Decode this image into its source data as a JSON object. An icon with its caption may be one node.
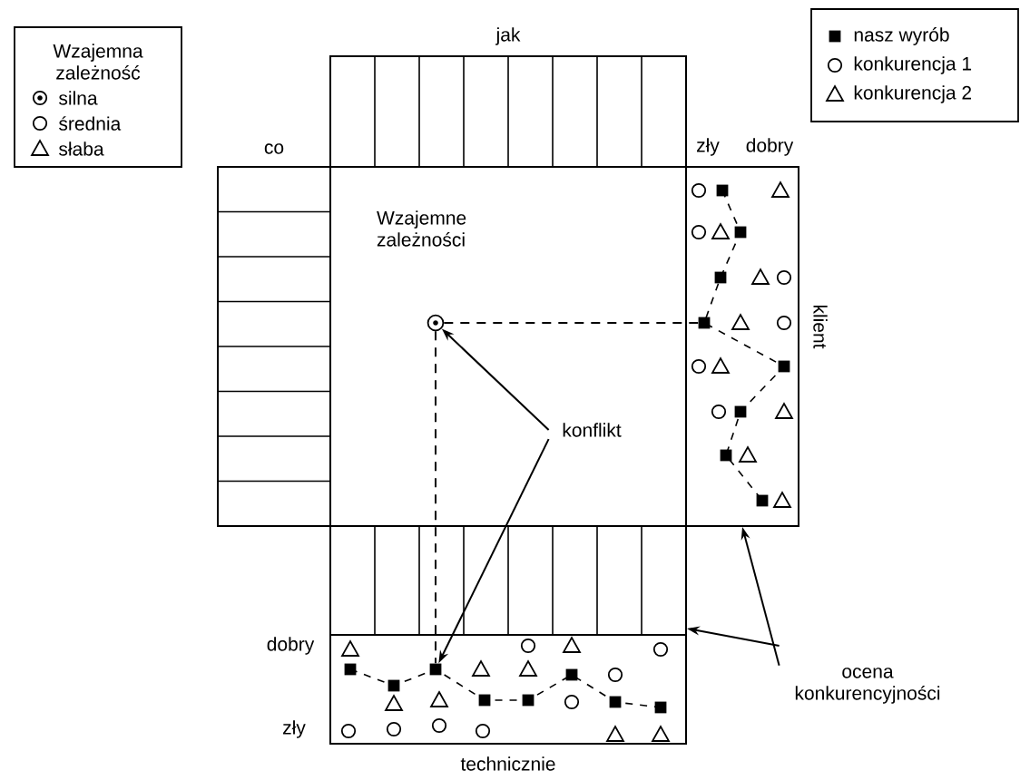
{
  "diagram": {
    "nodes": [
      {
        "text": [
          "jak"
        ]
      },
      {
        "text": [
          "co"
        ]
      },
      {
        "text": [
          "Wzajemne zależności"
        ]
      },
      {
        "text": [
          "zły",
          "dobry",
          "klient"
        ]
      },
      {
        "text": [
          "dobry",
          "zły",
          "technicznie"
        ]
      },
      {
        "text": [],
        "shape": "circle",
        "in": 2
      },
      {
        "text": [],
        "shape": "box",
        "in": 3
      },
      {
        "text": [],
        "shape": "box",
        "in": 4
      },
      {
        "text": [
          "konflikt"
        ],
        "in": 2
      },
      {
        "text": [
          "ocena konkurencyjności"
        ]
      }
    ],
    "edges": [
      {
        "from": 5,
        "to": 6,
        "arrow": "none",
        "style": "dashed"
      },
      {
        "from": 5,
        "to": 7,
        "arrow": "none",
        "style": "dashed"
      },
      {
        "from": 8,
        "to": 5,
        "arrow": "to"
      },
      {
        "from": 8,
        "to": 7,
        "arrow": "to"
      },
      {
        "from": 9,
        "to": 3,
        "arrow": "to"
      },
      {
        "from": 9,
        "to": 4,
        "arrow": "to"
      }
    ],
    "labels": [
      "Wzajemna zależność"
    ],
    "legend": [
      {
        "text": "silna"
      },
      {
        "text": "średnia"
      },
      {
        "text": "słaba"
      },
      {
        "text": "nasz wyrób"
      },
      {
        "text": "konkurencja 1"
      },
      {
        "text": "konkurencja 2"
      }
    ]
  }
}
